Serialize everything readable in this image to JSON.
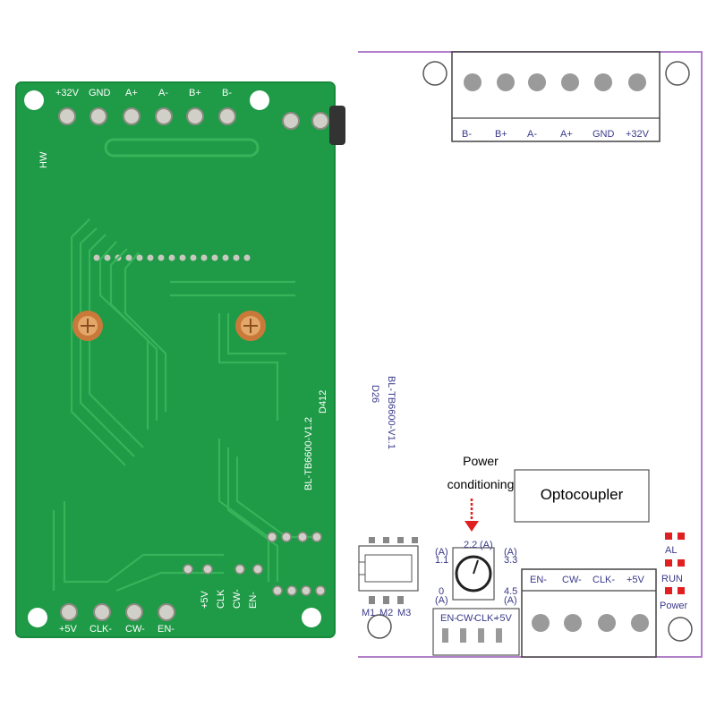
{
  "photo_board": {
    "top_terminals": [
      "+32V",
      "GND",
      "A+",
      "A-",
      "B+",
      "B-"
    ],
    "bottom_terminals": [
      "+5V",
      "CLK-",
      "CW-",
      "EN-"
    ],
    "header_pins": [
      "+5V",
      "CLK",
      "CW-",
      "EN-"
    ],
    "silkscreen_hw": "HW",
    "silkscreen_model": "BL-TB6600-V1.2",
    "silkscreen_code": "D412"
  },
  "diagram": {
    "top_terminals": [
      "B-",
      "B+",
      "A-",
      "A+",
      "GND",
      "+32V"
    ],
    "bottom_terminals": [
      "EN-",
      "CW-",
      "CLK-",
      "+5V"
    ],
    "mini_header": [
      "EN-",
      "CW-",
      "CLK-",
      "+5V"
    ],
    "callout": "Power\nconditioning",
    "callout_line1": "Power",
    "callout_line2": "conditioning",
    "optocoupler_label": "Optocoupler",
    "pot_values": [
      "2.2",
      "1.1",
      "3.3",
      "0",
      "4.5"
    ],
    "pot_units": [
      "(A)",
      "(A)",
      "(A)",
      "(A)",
      "(A)"
    ],
    "dip_labels": [
      "M1",
      "M2",
      "M3"
    ],
    "leds": [
      "AL",
      "RUN",
      "Power"
    ],
    "mirrored_model": "BL-TB6600-V1.1",
    "mirrored_code": "D26"
  },
  "colors": {
    "pcb_green": "#1f9a47",
    "trace_green": "#37b45a",
    "outline": "#b080c8",
    "led_red": "#e02020",
    "text_blue": "#3a3a8a"
  }
}
